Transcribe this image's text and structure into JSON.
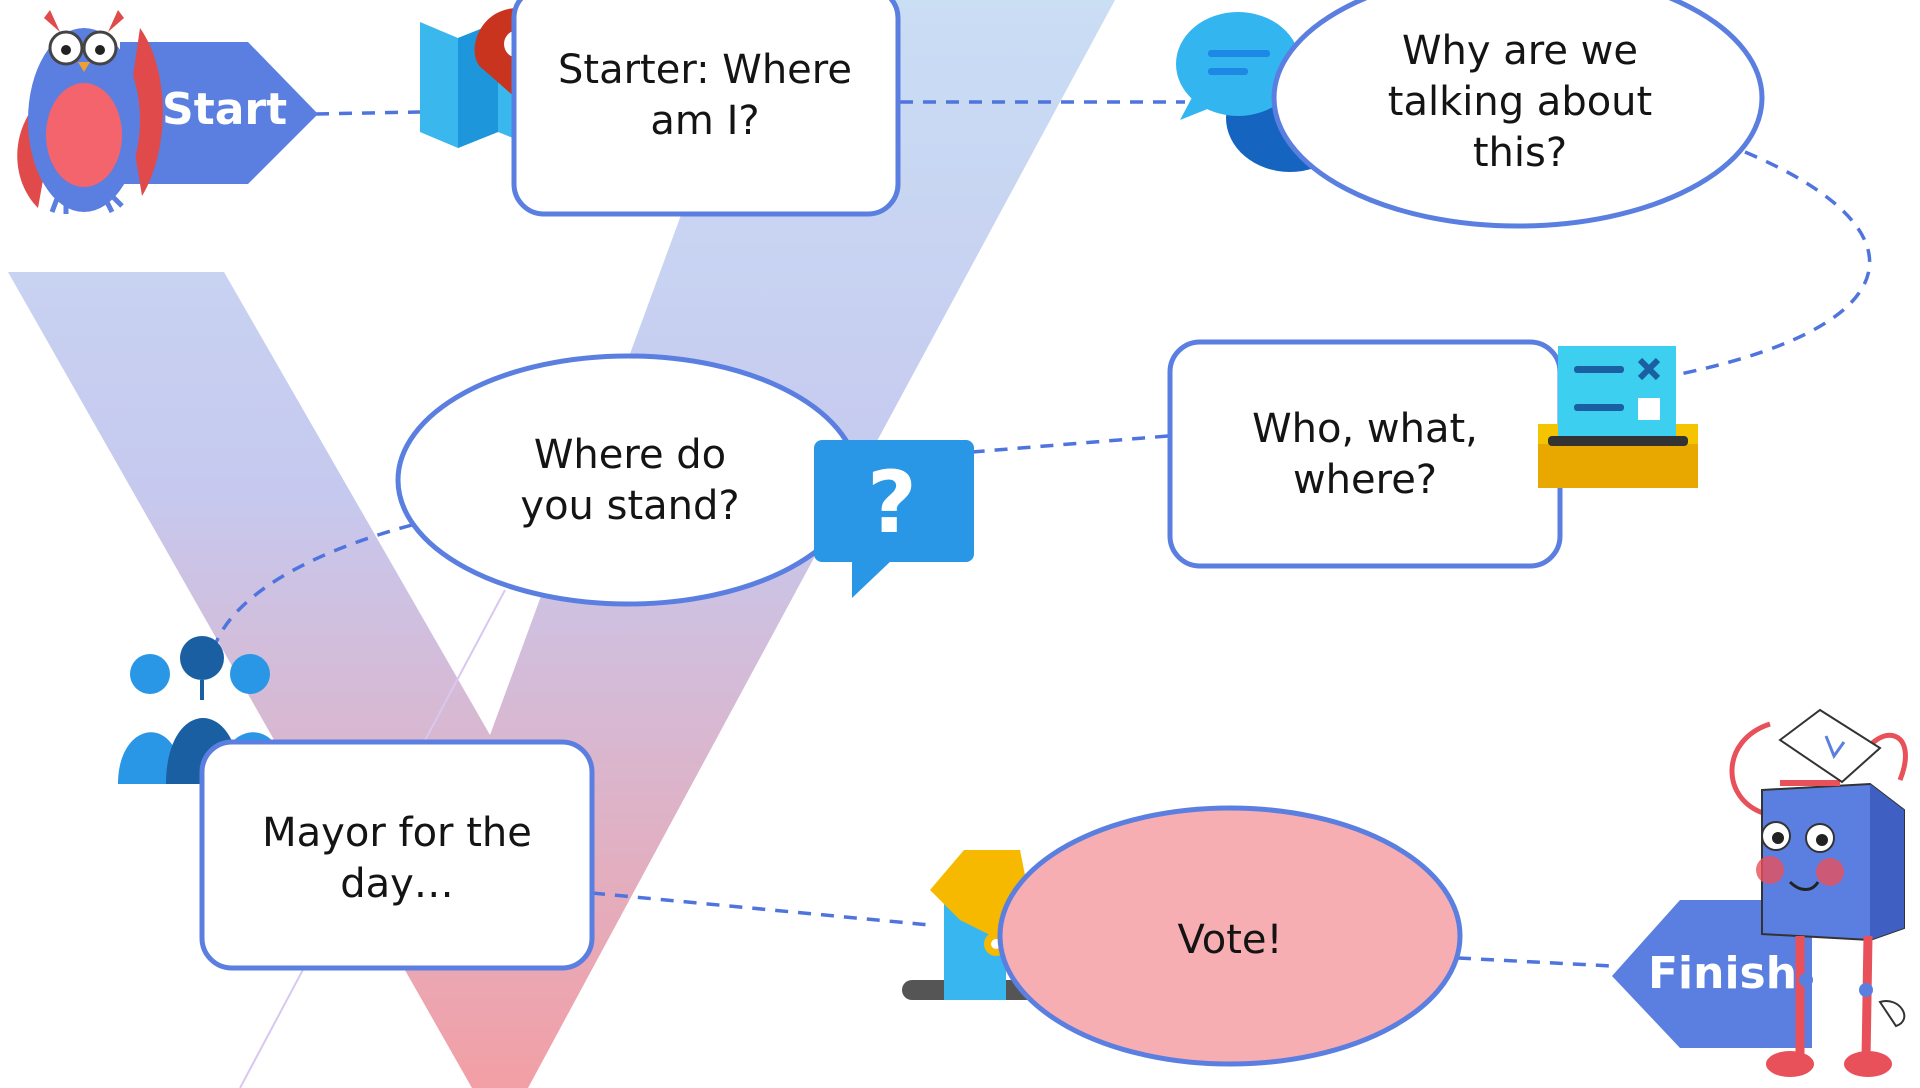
{
  "flow": {
    "start_label": "Start",
    "finish_label": "Finish",
    "steps": [
      {
        "label": "Starter: Where\nam I?"
      },
      {
        "label": "Why are we\ntalking about\nthis?"
      },
      {
        "label": "Who, what,\nwhere?"
      },
      {
        "label": "Where do\nyou stand?"
      },
      {
        "label": "Mayor for the\nday…"
      },
      {
        "label": "Vote!"
      }
    ]
  },
  "colors": {
    "outline": "#5b7fe0",
    "connector": "#4f74dd",
    "arrow_fill": "#5b7fe0",
    "vote_fill": "#f6aeb3",
    "box_fill": "#ffffff",
    "gradient_top": "#bcd6f2",
    "gradient_bottom": "#f2a0a6"
  },
  "icons": [
    "owl-mascot",
    "map-pin-icon",
    "chat-bubbles-icon",
    "ballot-box-icon",
    "question-bubble-icon",
    "people-group-icon",
    "hand-ballot-icon",
    "ballot-box-mascot"
  ]
}
